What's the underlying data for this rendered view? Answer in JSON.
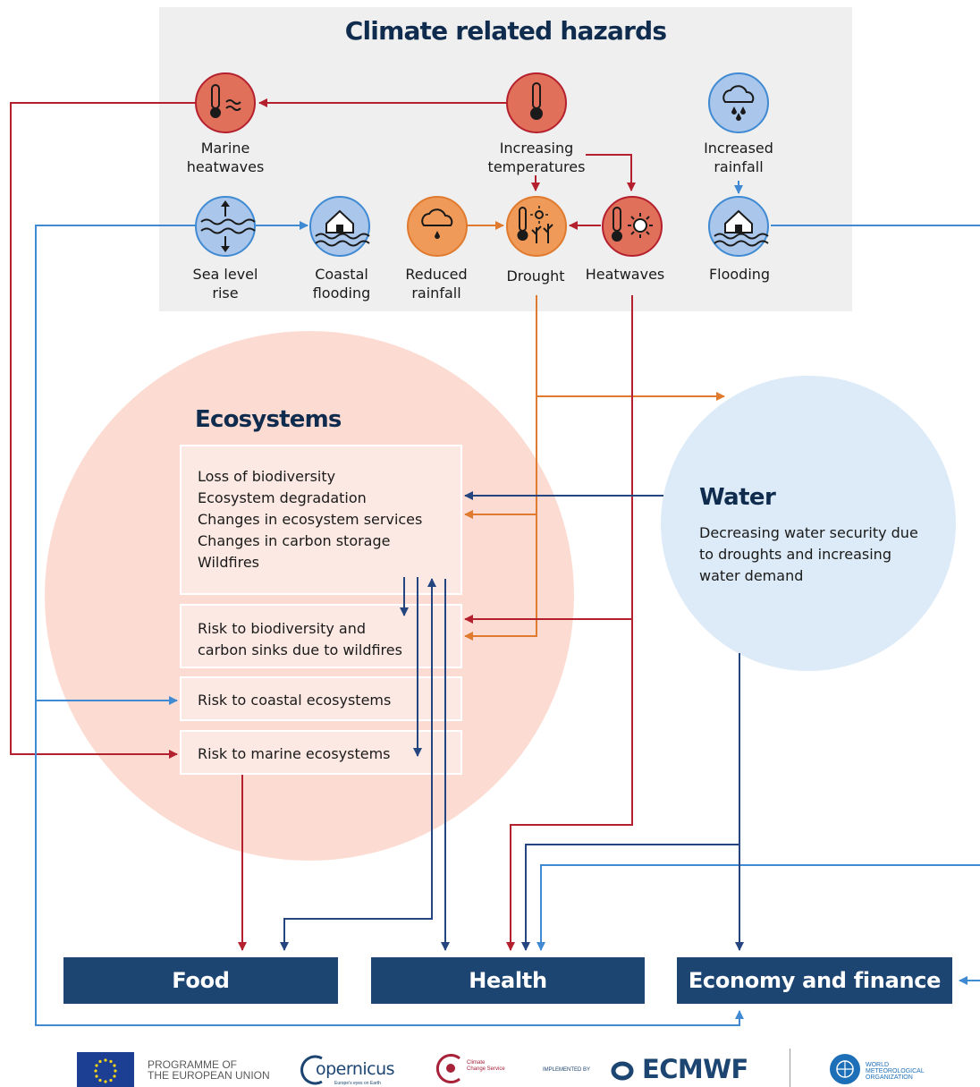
{
  "title": "Climate related hazards",
  "hazards": {
    "marine_heatwaves": "Marine\nheatwaves",
    "increasing_temperatures": "Increasing\ntemperatures",
    "increased_rainfall": "Increased\nrainfall",
    "sea_level_rise": "Sea level\nrise",
    "coastal_flooding": "Coastal\nflooding",
    "reduced_rainfall": "Reduced\nrainfall",
    "drought": "Drought",
    "heatwaves": "Heatwaves",
    "flooding": "Flooding"
  },
  "ecosystems": {
    "title": "Ecosystems",
    "impacts": [
      "Loss of biodiversity",
      "Ecosystem degradation",
      "Changes in ecosystem services",
      "Changes in carbon storage",
      "Wildfires"
    ],
    "risk_wildfires": [
      "Risk to biodiversity and",
      "carbon sinks due to wildfires"
    ],
    "risk_coastal": "Risk to coastal ecosystems",
    "risk_marine": "Risk to marine ecosystems"
  },
  "water": {
    "title": "Water",
    "description": [
      "Decreasing water security due",
      "to droughts and increasing",
      "water demand"
    ]
  },
  "sectors": {
    "food": "Food",
    "health": "Health",
    "economy": "Economy and finance"
  },
  "footer": {
    "programme": [
      "PROGRAMME OF",
      "THE EUROPEAN UNION"
    ],
    "copernicus": "opernicus",
    "copernicus_sub": "Europe's eyes on Earth",
    "c3s": [
      "Climate",
      "Change Service"
    ],
    "implemented_by": "IMPLEMENTED BY",
    "ecmwf": "ECMWF",
    "wmo": [
      "WORLD",
      "METEOROLOGICAL",
      "ORGANIZATION"
    ]
  },
  "colors": {
    "hazard_panel": "#efefef",
    "ecosystems_circle": "#fcdcd2",
    "water_circle": "#dcebf7",
    "sector_bar": "#1d4572",
    "red_arrow": "#b5202e",
    "orange_arrow": "#e07a2e",
    "light_blue_arrow": "#3f8ad2",
    "dark_blue_arrow": "#24457f",
    "temperature_icon": "#e0705a",
    "rain_icon": "#aac6ea",
    "drought_icon": "#ef9a58"
  }
}
